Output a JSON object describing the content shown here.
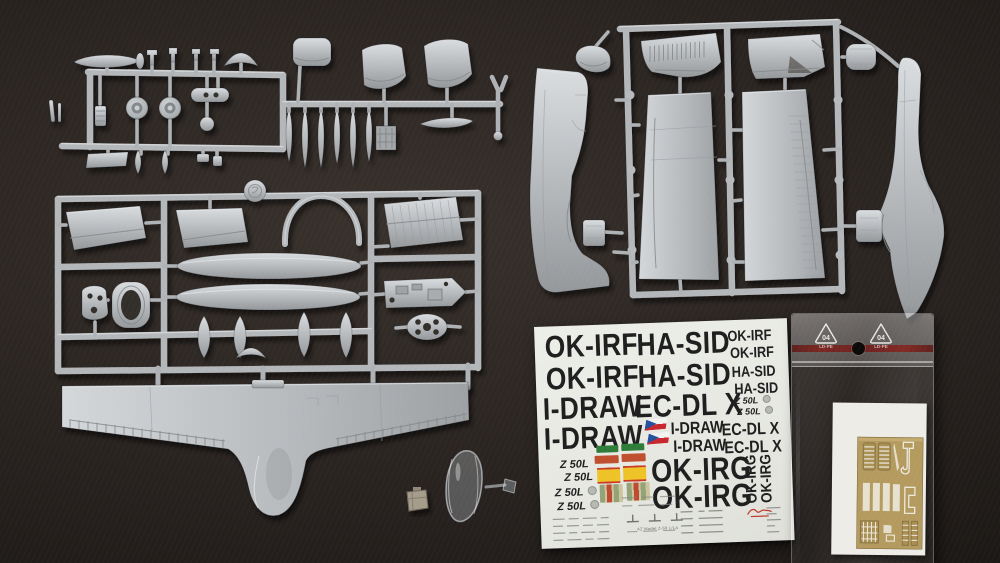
{
  "scene": {
    "background": "#272220",
    "plastic_color": "#b6babd"
  },
  "decal_sheet": {
    "paper_color": "#e9eae4",
    "ink_color": "#1e1e1e",
    "codes": {
      "okirf": "OK-IRF",
      "hasid": "HA-SID",
      "idraw": "I-DRAW",
      "ecdlx": "EC-DL X",
      "okirg": "OK-IRG",
      "z50l": "Z 50L"
    },
    "fine_print": "AZ Model Z-50 L/LA",
    "flags": {
      "czech_blue": "#24519c",
      "czech_red": "#c8272e",
      "czech_white": "#f2f2f0",
      "green_bar": "#2f7c39",
      "red_bar": "#bf4f2e",
      "yellow_bar": "#eec327",
      "yellow_edge": "#c93a28",
      "stripe_bg": "#cdc49c",
      "stripe_red": "#bd4a31",
      "stripe_green": "#93a277"
    },
    "brand_color": "#c0392b"
  },
  "bag": {
    "recycle_code": "04",
    "recycle_material": "LD-PE",
    "tape_color": "#6e1d1a",
    "card_color": "#edece7",
    "fret_color": "#b49a5e"
  }
}
